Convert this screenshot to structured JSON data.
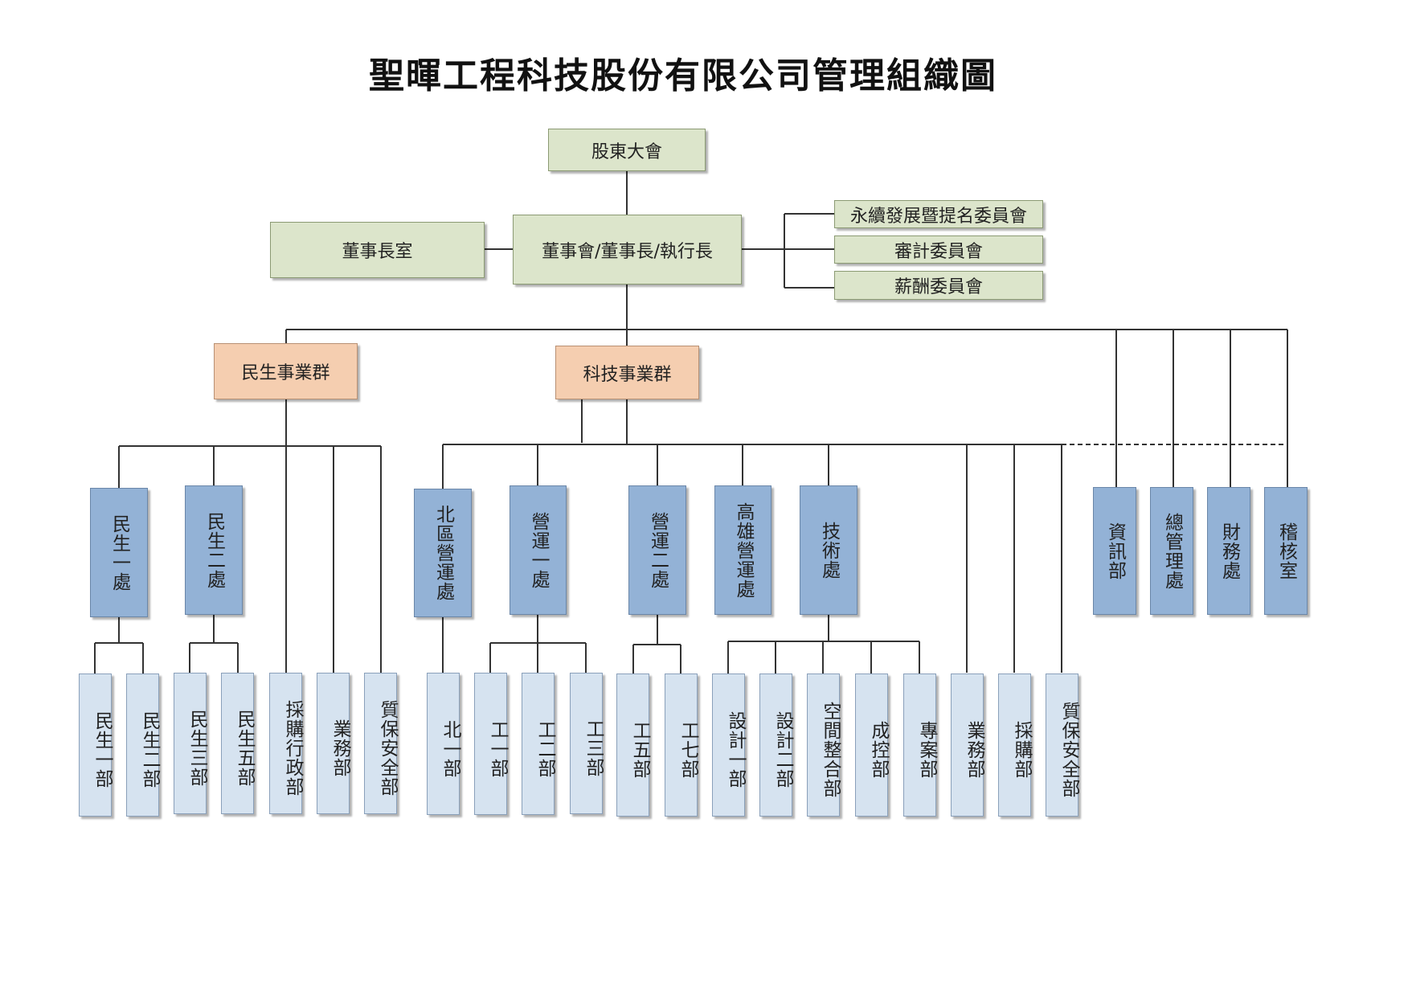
{
  "title": "聖暉工程科技股份有限公司管理組織圖",
  "top": {
    "shareholders": "股東大會",
    "board": "董事會/董事長/執行長",
    "chairman_office": "董事長室",
    "committees": [
      "永續發展暨提名委員會",
      "審計委員會",
      "薪酬委員會"
    ]
  },
  "groups": {
    "minsheng": "民生事業群",
    "tech": "科技事業群"
  },
  "divisions": {
    "minsheng_1": "民生一處",
    "minsheng_2": "民生二處",
    "north_ops": "北區營運處",
    "ops_1": "營運一處",
    "ops_2": "營運二處",
    "kaohsiung_ops": "高雄營運處",
    "tech_div": "技術處",
    "it": "資訊部",
    "general_mgmt": "總管理處",
    "finance": "財務處",
    "audit": "稽核室"
  },
  "departments": {
    "minsheng_dept_1": "民生一部",
    "minsheng_dept_2": "民生二部",
    "minsheng_dept_3": "民生三部",
    "minsheng_dept_5": "民生五部",
    "procurement_admin": "採購行政部",
    "business_ms": "業務部",
    "qa_safety_ms": "質保安全部",
    "north_1": "北一部",
    "eng_1": "工一部",
    "eng_2": "工二部",
    "eng_3": "工三部",
    "eng_5": "工五部",
    "eng_7": "工七部",
    "design_1": "設計一部",
    "design_2": "設計二部",
    "space_integration": "空間整合部",
    "cost_control": "成控部",
    "project": "專案部",
    "business_tech": "業務部",
    "procurement_tech": "採購部",
    "qa_safety_tech": "質保安全部"
  }
}
